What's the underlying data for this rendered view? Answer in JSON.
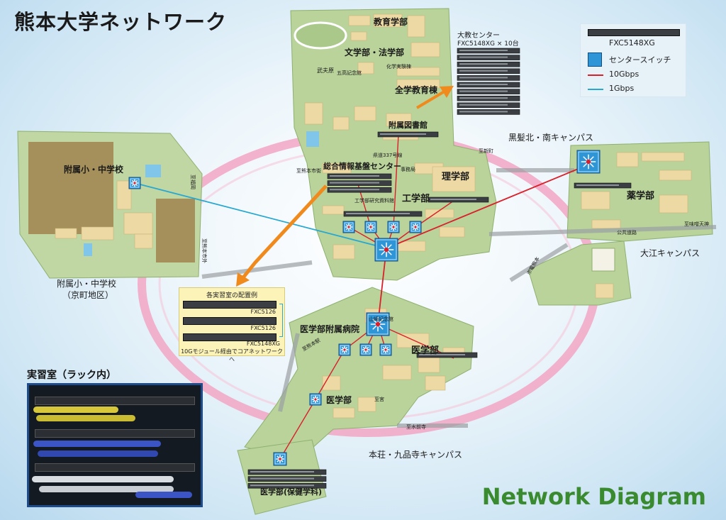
{
  "title": "熊本大学ネットワーク",
  "footer": "Network Diagram",
  "legend": {
    "switch_model": "FXC5148XG",
    "center_switch": "センタースイッチ",
    "line_10g": "10Gbps",
    "line_1g": "1Gbps"
  },
  "colors": {
    "line_10g": "#d9202b",
    "line_1g": "#28a8d0",
    "ring": "#f2a6c4",
    "campus_green": "#b7d19a",
    "building": "#ecd9a4",
    "arrow": "#f08a1c"
  },
  "icons": [
    "center-switch-icon",
    "rack-switch-icon",
    "orange-arrow-icon"
  ],
  "campus": {
    "kurokami": "黒髪北・南キャンパス",
    "oe": "大江キャンパス",
    "honjo": "本荘・九品寺キャンパス",
    "fuzoku": "附属小・中学校",
    "fuzoku_district": "（京町地区）"
  },
  "labels": {
    "kyoiku": "教育学部",
    "bungaku": "文学部・法学部",
    "zengaku": "全学教育棟",
    "toshokan": "附属図書館",
    "sogo": "総合情報基盤センター",
    "rigaku": "理学部",
    "kogaku": "工学部",
    "yakugaku": "薬学部",
    "byoin": "医学部附属病院",
    "igaku1": "医学部",
    "igaku2": "医学部",
    "hoken": "医学部(保健学科)",
    "fuzoku_school": "附属小・中学校",
    "bukyo": "武夫原",
    "gokou": "五高記念館",
    "kagaku": "化学実験棟",
    "kendo": "県道337号線",
    "kogaku_shiryo": "工学部研究資料館",
    "jimu": "事務局",
    "shisei": "至熊本市街",
    "yamazaki": "山崎記念館",
    "fuku_lbl": "至福岡",
    "honjo_gaiku": "至熊本市外",
    "koukyo": "公共道路",
    "ajisai": "至味噌天神",
    "shiden": "市電熊本",
    "kumamoto_kou": "至熊本駅",
    "kosodo": "至新町",
    "koko": "至宮",
    "suizenji": "至水前寺"
  },
  "daikyo": {
    "title": "大教センター",
    "subtitle": "FXC5148XG × 10台"
  },
  "rack_example": {
    "title": "各実習室の配置例",
    "sw1": "FXC5126",
    "sw2": "FXC5126",
    "sw3": "FXC5148XG",
    "note": "10Gモジュール経由でコアネットワークへ"
  },
  "photo_label": "実習室（ラック内）"
}
